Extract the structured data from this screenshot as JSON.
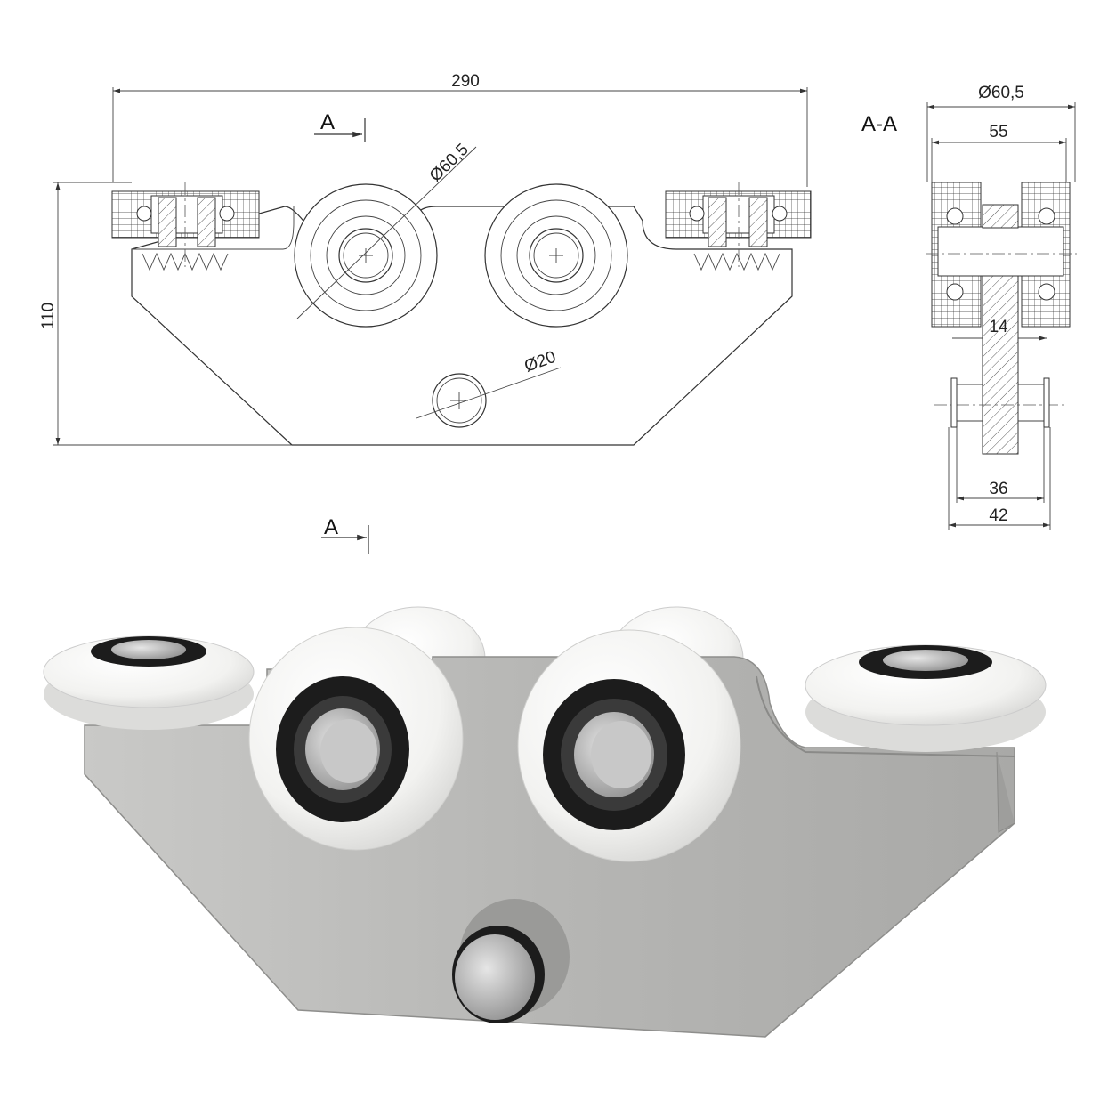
{
  "drawing": {
    "front_view": {
      "width_label": "290",
      "height_label": "110",
      "wheel_diameter_label": "Ø60,5",
      "pin_diameter_label": "Ø20",
      "section_marker_top": "A",
      "section_marker_bottom": "A"
    },
    "section_view": {
      "title": "A-A",
      "outer_diameter_label": "Ø60,5",
      "wheel_span_label": "55",
      "plate_thickness_label": "14",
      "pin_inner_label": "36",
      "pin_outer_label": "42"
    }
  },
  "colors": {
    "steel": "#b8b8b6",
    "wheel": "#f4f4f2",
    "bearing": "#1c1c1c",
    "line": "#333333"
  }
}
